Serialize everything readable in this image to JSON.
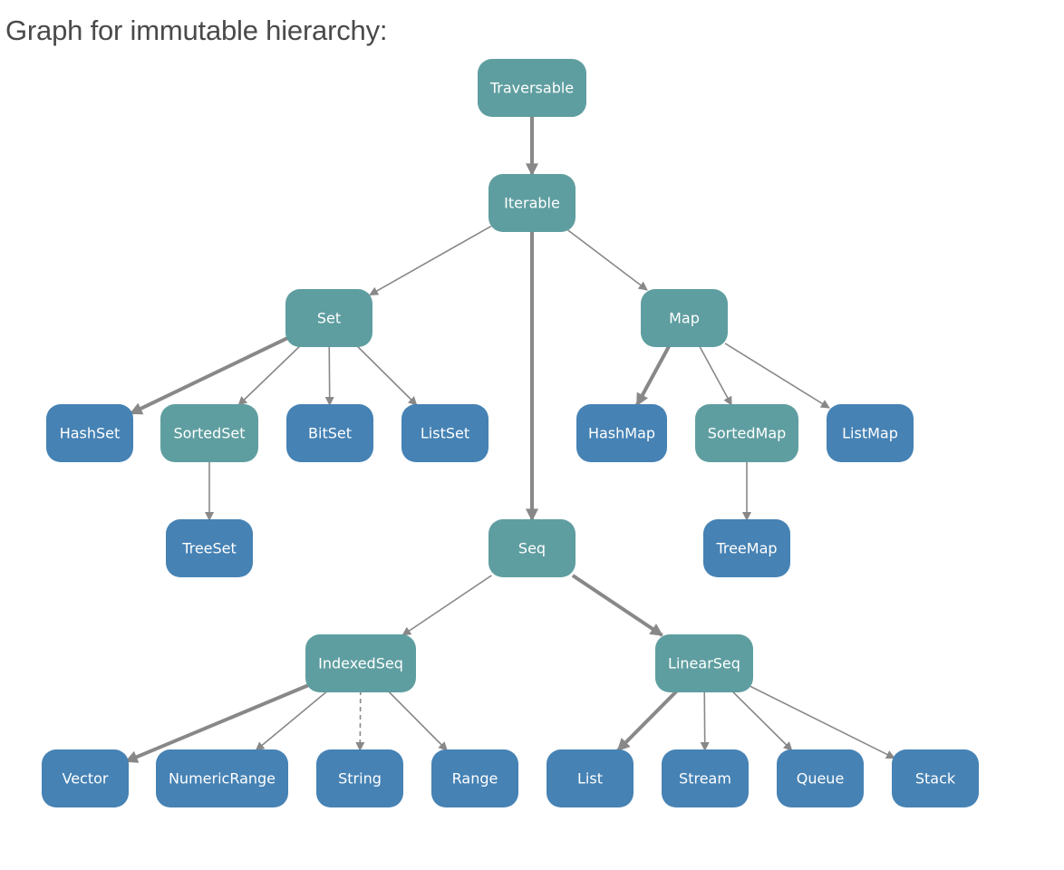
{
  "heading": "Graph for immutable hierarchy:",
  "colors": {
    "trait": "#5f9ea0",
    "class": "#4682b4",
    "edge": "#888888"
  },
  "nodes": [
    {
      "id": "traversable",
      "label": "Traversable",
      "kind": "trait"
    },
    {
      "id": "iterable",
      "label": "Iterable",
      "kind": "trait"
    },
    {
      "id": "set",
      "label": "Set",
      "kind": "trait"
    },
    {
      "id": "map",
      "label": "Map",
      "kind": "trait"
    },
    {
      "id": "hashset",
      "label": "HashSet",
      "kind": "class"
    },
    {
      "id": "sortedset",
      "label": "SortedSet",
      "kind": "trait"
    },
    {
      "id": "bitset",
      "label": "BitSet",
      "kind": "class"
    },
    {
      "id": "listset",
      "label": "ListSet",
      "kind": "class"
    },
    {
      "id": "hashmap",
      "label": "HashMap",
      "kind": "class"
    },
    {
      "id": "sortedmap",
      "label": "SortedMap",
      "kind": "trait"
    },
    {
      "id": "listmap",
      "label": "ListMap",
      "kind": "class"
    },
    {
      "id": "treeset",
      "label": "TreeSet",
      "kind": "class"
    },
    {
      "id": "seq",
      "label": "Seq",
      "kind": "trait"
    },
    {
      "id": "treemap",
      "label": "TreeMap",
      "kind": "class"
    },
    {
      "id": "indexedseq",
      "label": "IndexedSeq",
      "kind": "trait"
    },
    {
      "id": "linearseq",
      "label": "LinearSeq",
      "kind": "trait"
    },
    {
      "id": "vector",
      "label": "Vector",
      "kind": "class"
    },
    {
      "id": "numericrange",
      "label": "NumericRange",
      "kind": "class"
    },
    {
      "id": "string",
      "label": "String",
      "kind": "class"
    },
    {
      "id": "range",
      "label": "Range",
      "kind": "class"
    },
    {
      "id": "list",
      "label": "List",
      "kind": "class"
    },
    {
      "id": "stream",
      "label": "Stream",
      "kind": "class"
    },
    {
      "id": "queue",
      "label": "Queue",
      "kind": "class"
    },
    {
      "id": "stack",
      "label": "Stack",
      "kind": "class"
    }
  ],
  "edges": [
    {
      "from": "traversable",
      "to": "iterable",
      "style": "thick"
    },
    {
      "from": "iterable",
      "to": "set",
      "style": "thin"
    },
    {
      "from": "iterable",
      "to": "seq",
      "style": "thick"
    },
    {
      "from": "iterable",
      "to": "map",
      "style": "thin"
    },
    {
      "from": "set",
      "to": "hashset",
      "style": "thick"
    },
    {
      "from": "set",
      "to": "sortedset",
      "style": "thin"
    },
    {
      "from": "set",
      "to": "bitset",
      "style": "thin"
    },
    {
      "from": "set",
      "to": "listset",
      "style": "thin"
    },
    {
      "from": "map",
      "to": "hashmap",
      "style": "thick"
    },
    {
      "from": "map",
      "to": "sortedmap",
      "style": "thin"
    },
    {
      "from": "map",
      "to": "listmap",
      "style": "thin"
    },
    {
      "from": "sortedset",
      "to": "treeset",
      "style": "thin"
    },
    {
      "from": "sortedmap",
      "to": "treemap",
      "style": "thin"
    },
    {
      "from": "seq",
      "to": "indexedseq",
      "style": "thin"
    },
    {
      "from": "seq",
      "to": "linearseq",
      "style": "thick"
    },
    {
      "from": "indexedseq",
      "to": "vector",
      "style": "thick"
    },
    {
      "from": "indexedseq",
      "to": "numericrange",
      "style": "thin"
    },
    {
      "from": "indexedseq",
      "to": "string",
      "style": "dashed"
    },
    {
      "from": "indexedseq",
      "to": "range",
      "style": "thin"
    },
    {
      "from": "linearseq",
      "to": "list",
      "style": "thick"
    },
    {
      "from": "linearseq",
      "to": "stream",
      "style": "thin"
    },
    {
      "from": "linearseq",
      "to": "queue",
      "style": "thin"
    },
    {
      "from": "linearseq",
      "to": "stack",
      "style": "thin"
    }
  ]
}
